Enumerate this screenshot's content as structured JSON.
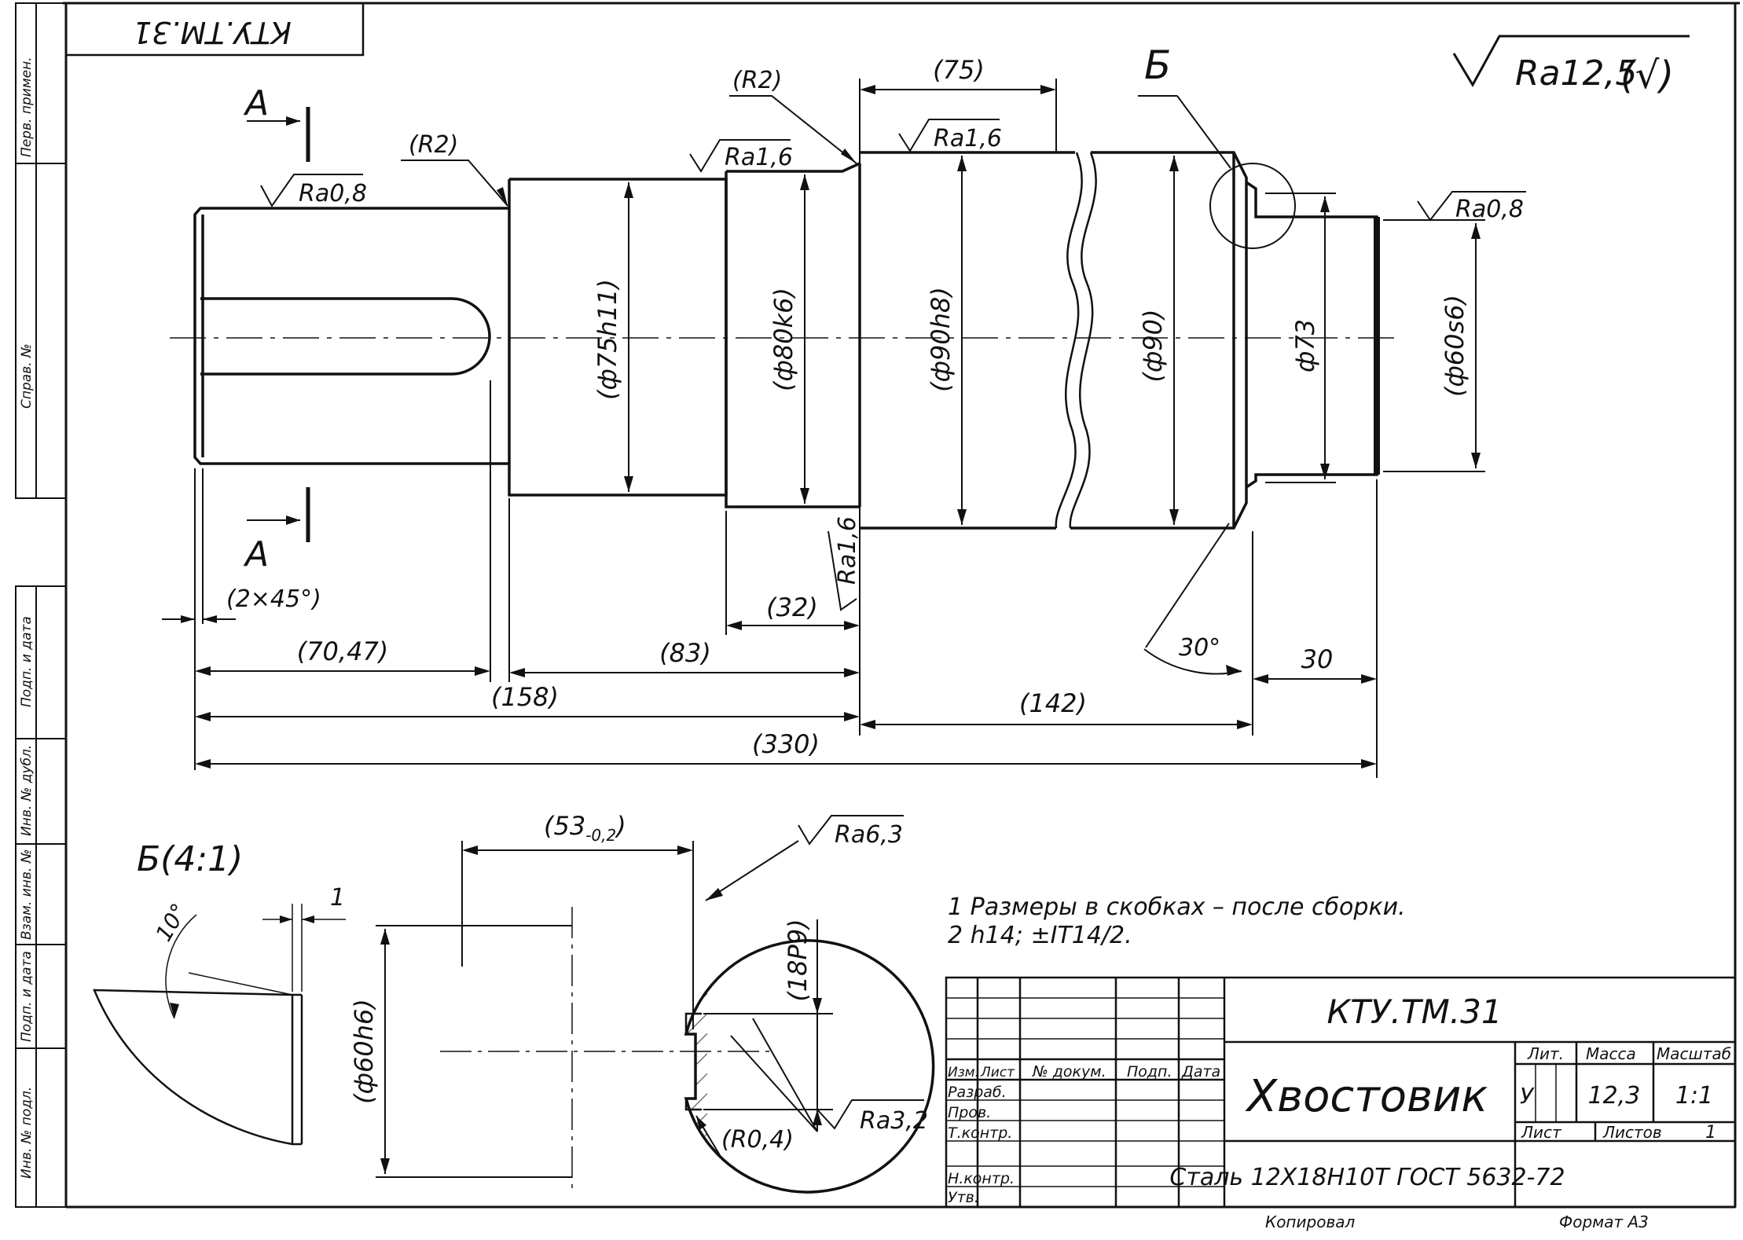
{
  "drawing_code": "КТУ.ТМ.31",
  "drawing_code_rotated": "КТУ.ТМ.31",
  "side_labels": [
    "Перв. примен.",
    "Справ. №",
    "Подп. и дата",
    "Инв. № дубл.",
    "Взам. инв. №",
    "Подп. и дата",
    "Инв. № подл."
  ],
  "general_roughness": "Ra12,5",
  "general_roughness_bracket": "(√)",
  "section_label": "А",
  "detail_label": "Б",
  "detail_scale_label": "Б(4:1)",
  "roughness": {
    "left_journal": "Ra0,8",
    "d80": "Ra1,6",
    "d90": "Ra1,6",
    "shoulder": "Ra1,6",
    "right_journal": "Ra0,8",
    "keyway_side": "Ra6,3",
    "keyway_bottom": "Ra3,2"
  },
  "radii": {
    "r_left": "(R2)",
    "r_top": "(R2)",
    "r_key": "(R0,4)"
  },
  "diameters": [
    "(ф75h11)",
    "(ф80k6)",
    "(ф90h8)",
    "(ф90)",
    "ф73",
    "(ф60s6)",
    "(ф60h6)"
  ],
  "lengths": {
    "chamfer": "(2×45°)",
    "l_7047": "(70,47)",
    "l_83": "(83)",
    "l_32": "(32)",
    "l_75": "(75)",
    "l_158": "(158)",
    "l_142": "(142)",
    "l_330": "(330)",
    "l_30": "30",
    "angle_30": "30°",
    "key_width": "(18P9)",
    "key_depth": "(53",
    "key_depth_tol": "-0,2",
    "key_depth_close": ")",
    "detail_1": "1",
    "detail_angle": "10°"
  },
  "notes": [
    "1 Размеры в скобках – после сборки.",
    "2  h14; ±IT14/2."
  ],
  "title_block": {
    "code": "КТУ.ТМ.31",
    "part_name": "Хвостовик",
    "material": "Сталь 12Х18Н10Т ГОСТ 5632-72",
    "col_izm": "Изм.",
    "col_list": "Лист",
    "col_doc": "№ докум.",
    "col_sign": "Подп.",
    "col_date": "Дата",
    "role_razrab": "Разраб.",
    "role_prov": "Пров.",
    "role_tkontr": "Т.контр.",
    "role_nkontr": "Н.контр.",
    "role_utv": "Утв.",
    "lit_label": "Лит.",
    "mass_label": "Масса",
    "scale_label": "Масштаб",
    "lit_value": "У",
    "mass_value": "12,3",
    "scale_value": "1:1",
    "sheet_label": "Лист",
    "sheets_label": "Листов",
    "sheets_value": "1"
  },
  "footer": {
    "copied": "Копировал",
    "format": "Формат   А3"
  }
}
